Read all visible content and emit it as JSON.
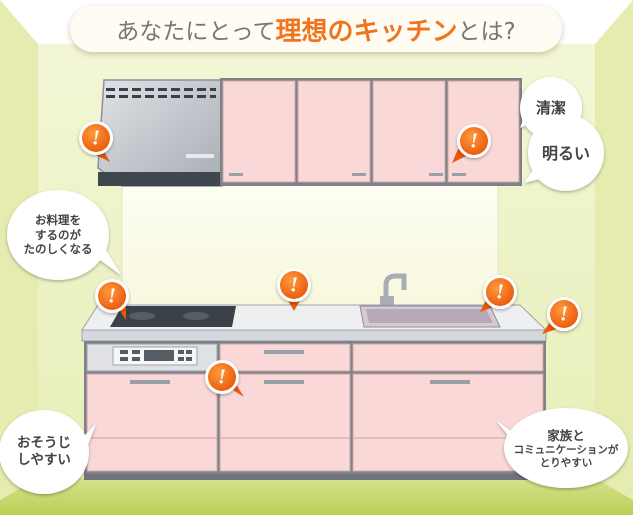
{
  "title": {
    "part1": "あなたにとって",
    "emphasis": "理想のキッチン",
    "part2": "とは?"
  },
  "bubbles": {
    "clean": "清潔",
    "bright": "明るい",
    "cooking_line1": "お料理を",
    "cooking_line2": "するのが",
    "cooking_line3": "たのしくなる",
    "cleaning_line1": "おそうじ",
    "cleaning_line2": "しやすい",
    "family_line1": "家族と",
    "family_line2": "コミュニケーションが",
    "family_line3": "とりやすい"
  },
  "marker_glyph": "!",
  "colors": {
    "accent_orange": "#f0741e",
    "cabinet_pink": "#fbd8d8",
    "wall_green": "#eef3c2",
    "floor_green": "#c5d86d",
    "title_gray": "#777777"
  },
  "icons": {
    "marker": "exclamation-marker-icon",
    "faucet": "faucet-icon",
    "range_hood": "range-hood-icon",
    "stovetop": "ih-stovetop-icon",
    "sink": "sink-icon"
  }
}
